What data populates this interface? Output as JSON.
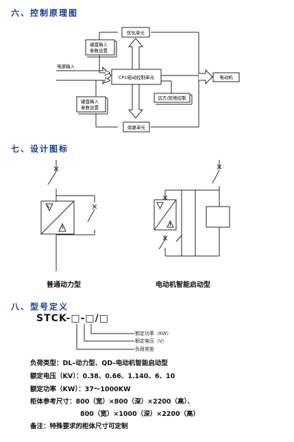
{
  "sections": {
    "s6": "六、控制原理图",
    "s7": "七、设计图标",
    "s8": "八、型号定义"
  },
  "diagram": {
    "opt_unit": "优化单元",
    "kb_top_1": "键盘输入",
    "kb_top_2": "参数设置",
    "power_in": "电源输入",
    "cpu": "CPU启动控制单元",
    "motor": "电动机",
    "kb_bot_1": "键盘输入",
    "kb_bot_2": "参数设置",
    "remote": "远方/就地控制",
    "bypass": "旁路单元"
  },
  "icons": {
    "left_caption": "普通动力型",
    "right_caption": "电动机智能启动型"
  },
  "model": {
    "code": "STCK-□-□/□",
    "label_1": "额定功率（KW）",
    "label_2": "额定电压（V）",
    "label_3": "负荷类型"
  },
  "specs": {
    "line1": "负荷类型：DL–动力型、QD–电动机智能启动型",
    "line2": "额定电压（KV）：0.38、0.66、1.140、6、10",
    "line3": "额定功率（KW）：37～1000KW",
    "line4": "柜体参考尺寸：800（宽）×800（深）×2200（高）、",
    "line5": "800（宽）×1000（深）×2200（高）",
    "line6": "备注：特殊要求的柜体尺寸可定制"
  }
}
